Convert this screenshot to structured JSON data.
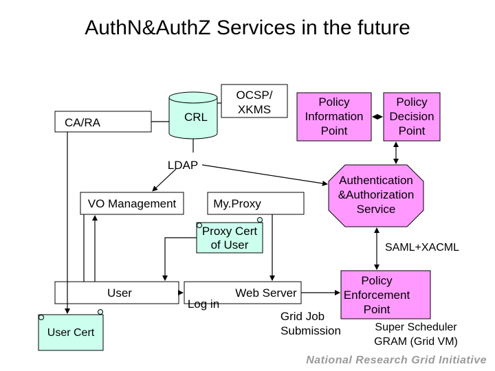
{
  "title": "AuthN&AuthZ Services in the future",
  "colors": {
    "pink": "#ff99ff",
    "teal": "#ccffee",
    "line": "#000000",
    "footer": "#9a9a9a"
  },
  "nodes": {
    "ca_ra": "CA/RA",
    "crl": "CRL",
    "ocsp_line1": "OCSP/",
    "ocsp_line2": "XKMS",
    "pip_line1": "Policy",
    "pip_line2": "Information",
    "pip_line3": "Point",
    "pdp_line1": "Policy",
    "pdp_line2": "Decision",
    "pdp_line3": "Point",
    "ldap": "LDAP",
    "vo_management": "VO Management",
    "myproxy": "My.Proxy",
    "authz_line1": "Authentication",
    "authz_line2": "&Authorization",
    "authz_line3": "Service",
    "proxy_cert_line1": "Proxy Cert",
    "proxy_cert_line2": "of User",
    "saml_xacml": "SAML+XACML",
    "user": "User",
    "user_cert": "User Cert",
    "log_in": "Log in",
    "web_server": "Web Server",
    "pep_line1": "Policy",
    "pep_line2": "Enforcement",
    "pep_line3": "Point",
    "grid_job_line1": "Grid Job",
    "grid_job_line2": "Submission",
    "super_scheduler_line1": "Super Scheduler",
    "super_scheduler_line2": "GRAM (Grid VM)"
  },
  "footer": "National Research Grid Initiative"
}
